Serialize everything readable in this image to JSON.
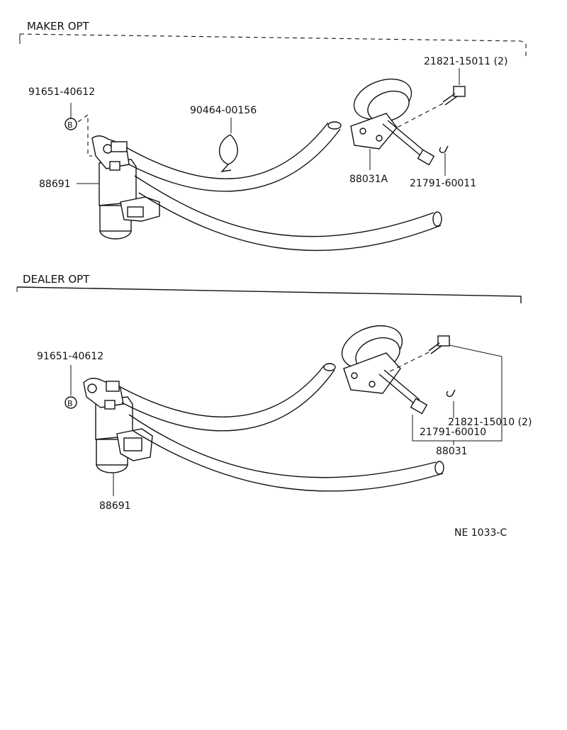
{
  "sections": {
    "maker": {
      "title": "MAKER OPT",
      "parts": {
        "bolt_ref": "91651-40612",
        "bolt_symbol": "B",
        "vsv": "88691",
        "clamp": "90464-00156",
        "actuator": "88031A",
        "screw": "21821-15011 (2)",
        "pin": "21791-60011"
      }
    },
    "dealer": {
      "title": "DEALER OPT",
      "parts": {
        "bolt_ref": "91651-40612",
        "bolt_symbol": "B",
        "vsv": "88691",
        "actuator": "88031",
        "screw": "21821-15010 (2)",
        "pin": "21791-60010"
      }
    }
  },
  "figure_code": "NE 1033-C"
}
